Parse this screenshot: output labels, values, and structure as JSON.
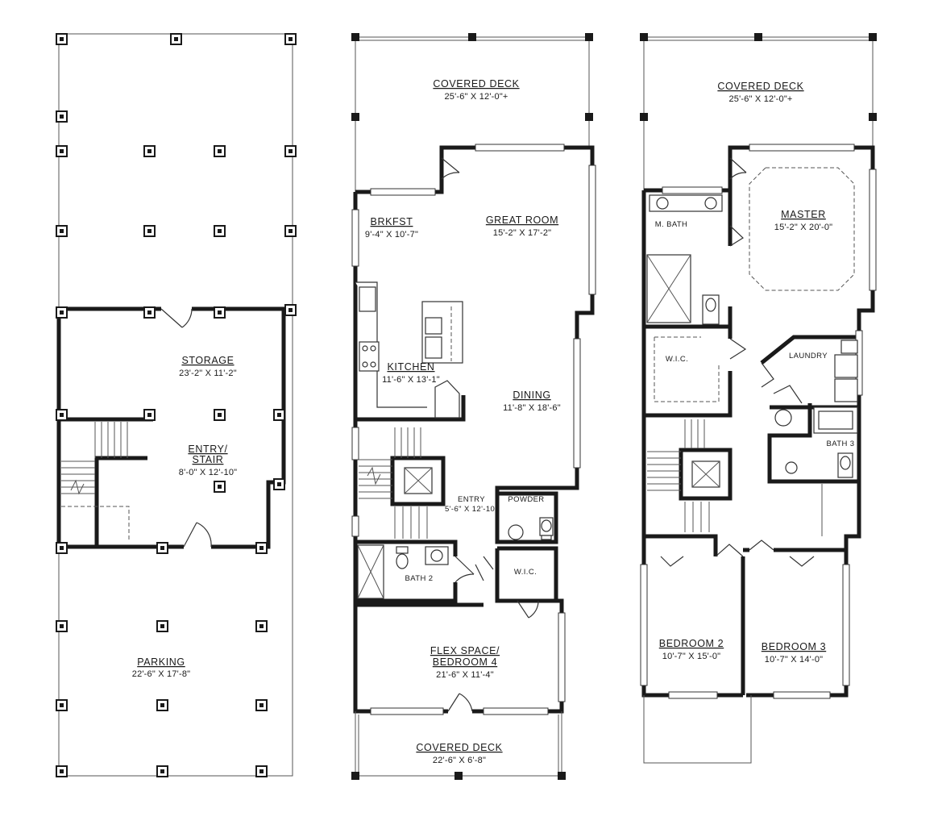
{
  "ground_floor": {
    "storage": {
      "name": "STORAGE",
      "dims": "23'-2\" X 11'-2\""
    },
    "entry_stair": {
      "name_line1": "ENTRY/",
      "name_line2": "STAIR",
      "dims": "8'-0\" X 12'-10\""
    },
    "parking": {
      "name": "PARKING",
      "dims": "22'-6\" X 17'-8\""
    }
  },
  "main_floor": {
    "covered_deck_rear": {
      "name": "COVERED DECK",
      "dims": "25'-6\" X 12'-0\"+"
    },
    "brkfst": {
      "name": "BRKFST",
      "dims": "9'-4\" X 10'-7\""
    },
    "great_room": {
      "name": "GREAT ROOM",
      "dims": "15'-2\" X 17'-2\""
    },
    "kitchen": {
      "name": "KITCHEN",
      "dims": "11'-6\" X 13'-1\""
    },
    "dining": {
      "name": "DINING",
      "dims": "11'-8\" X 18'-6\""
    },
    "entry": {
      "name": "ENTRY",
      "dims": "5'-6\" X 12'-10\""
    },
    "powder": {
      "name": "POWDER"
    },
    "bath_2": {
      "name": "BATH 2"
    },
    "wic": {
      "name": "W.I.C."
    },
    "flex_space": {
      "name_line1": "FLEX SPACE/",
      "name_line2": "BEDROOM 4",
      "dims": "21'-6\" X 11'-4\""
    },
    "covered_deck_front": {
      "name": "COVERED DECK",
      "dims": "22'-6\" X 6'-8\""
    }
  },
  "upper_floor": {
    "covered_deck": {
      "name": "COVERED DECK",
      "dims": "25'-6\" X 12'-0\"+"
    },
    "m_bath": {
      "name": "M. BATH"
    },
    "master": {
      "name": "MASTER",
      "dims": "15'-2\" X 20'-0\""
    },
    "wic": {
      "name": "W.I.C."
    },
    "laundry": {
      "name": "LAUNDRY"
    },
    "bath_3": {
      "name": "BATH 3"
    },
    "bedroom_2": {
      "name": "BEDROOM 2",
      "dims": "10'-7\" X 15'-0\""
    },
    "bedroom_3": {
      "name": "BEDROOM 3",
      "dims": "10'-7\" X 14'-0\""
    }
  }
}
